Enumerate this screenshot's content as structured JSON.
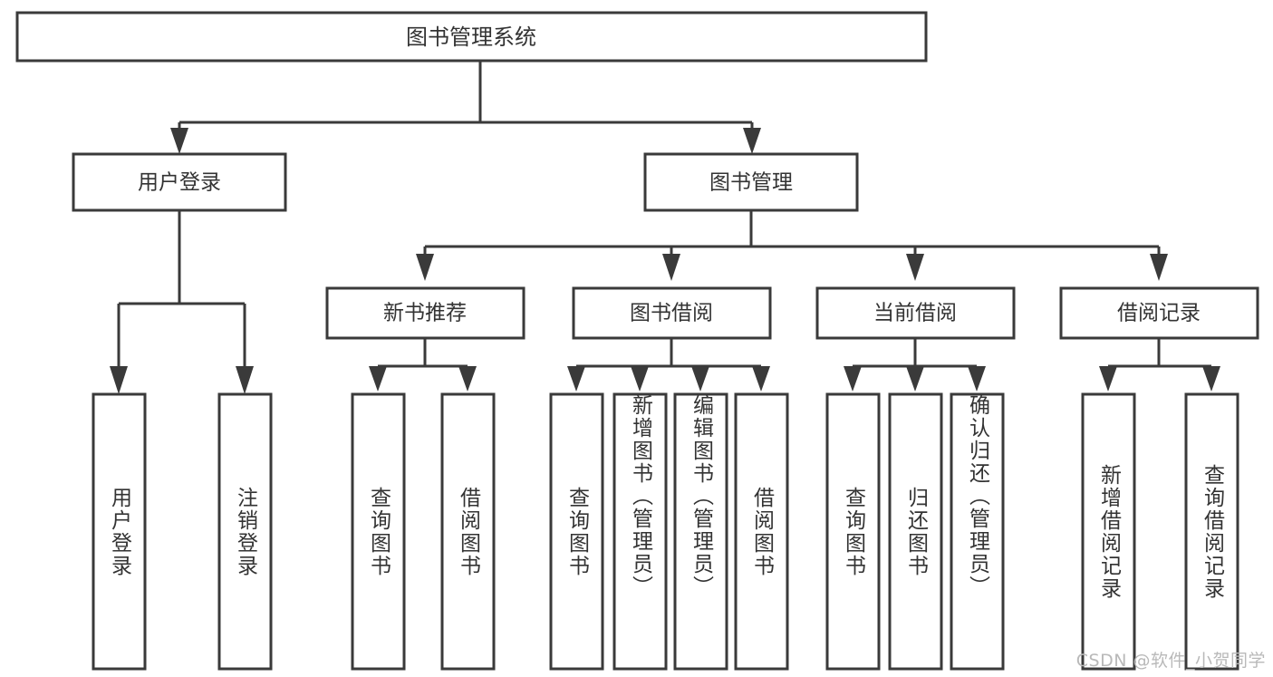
{
  "diagram": {
    "type": "tree-structure-chart",
    "title": "图书管理系统",
    "orientation": "top-down",
    "watermark": "CSDN @软件_小贺同学",
    "colors": {
      "background": "#ffffff",
      "box_fill": "#ffffff",
      "box_stroke": "#3a3a3a",
      "connector": "#3a3a3a",
      "text": "#333333",
      "watermark": "#b9b9b9"
    },
    "root": {
      "label": "图书管理系统"
    },
    "level2": [
      {
        "label": "用户登录"
      },
      {
        "label": "图书管理"
      }
    ],
    "level3": [
      {
        "label": "新书推荐"
      },
      {
        "label": "图书借阅"
      },
      {
        "label": "当前借阅"
      },
      {
        "label": "借阅记录"
      }
    ],
    "leaves": {
      "user_login": [
        {
          "label": "用户登录"
        },
        {
          "label": "注销登录"
        }
      ],
      "new_book_recommend": [
        {
          "label": "查询图书"
        },
        {
          "label": "借阅图书"
        }
      ],
      "book_borrow": [
        {
          "label": "查询图书"
        },
        {
          "label": "新增图书（管理员）"
        },
        {
          "label": "编辑图书（管理员）"
        },
        {
          "label": "借阅图书"
        }
      ],
      "current_borrow": [
        {
          "label": "查询图书"
        },
        {
          "label": "归还图书"
        },
        {
          "label": "确认归还（管理员）"
        }
      ],
      "borrow_record": [
        {
          "label": "新增借阅记录"
        },
        {
          "label": "查询借阅记录"
        }
      ]
    }
  },
  "chart_data": {
    "type": "table",
    "title": "图书管理系统",
    "hierarchy": [
      {
        "level": 1,
        "name": "图书管理系统",
        "children": [
          "用户登录",
          "图书管理"
        ]
      },
      {
        "level": 2,
        "name": "用户登录",
        "children": [
          "用户登录",
          "注销登录"
        ]
      },
      {
        "level": 2,
        "name": "图书管理",
        "children": [
          "新书推荐",
          "图书借阅",
          "当前借阅",
          "借阅记录"
        ]
      },
      {
        "level": 3,
        "name": "新书推荐",
        "children": [
          "查询图书",
          "借阅图书"
        ]
      },
      {
        "level": 3,
        "name": "图书借阅",
        "children": [
          "查询图书",
          "新增图书（管理员）",
          "编辑图书（管理员）",
          "借阅图书"
        ]
      },
      {
        "level": 3,
        "name": "当前借阅",
        "children": [
          "查询图书",
          "归还图书",
          "确认归还（管理员）"
        ]
      },
      {
        "level": 3,
        "name": "借阅记录",
        "children": [
          "新增借阅记录",
          "查询借阅记录"
        ]
      }
    ]
  }
}
